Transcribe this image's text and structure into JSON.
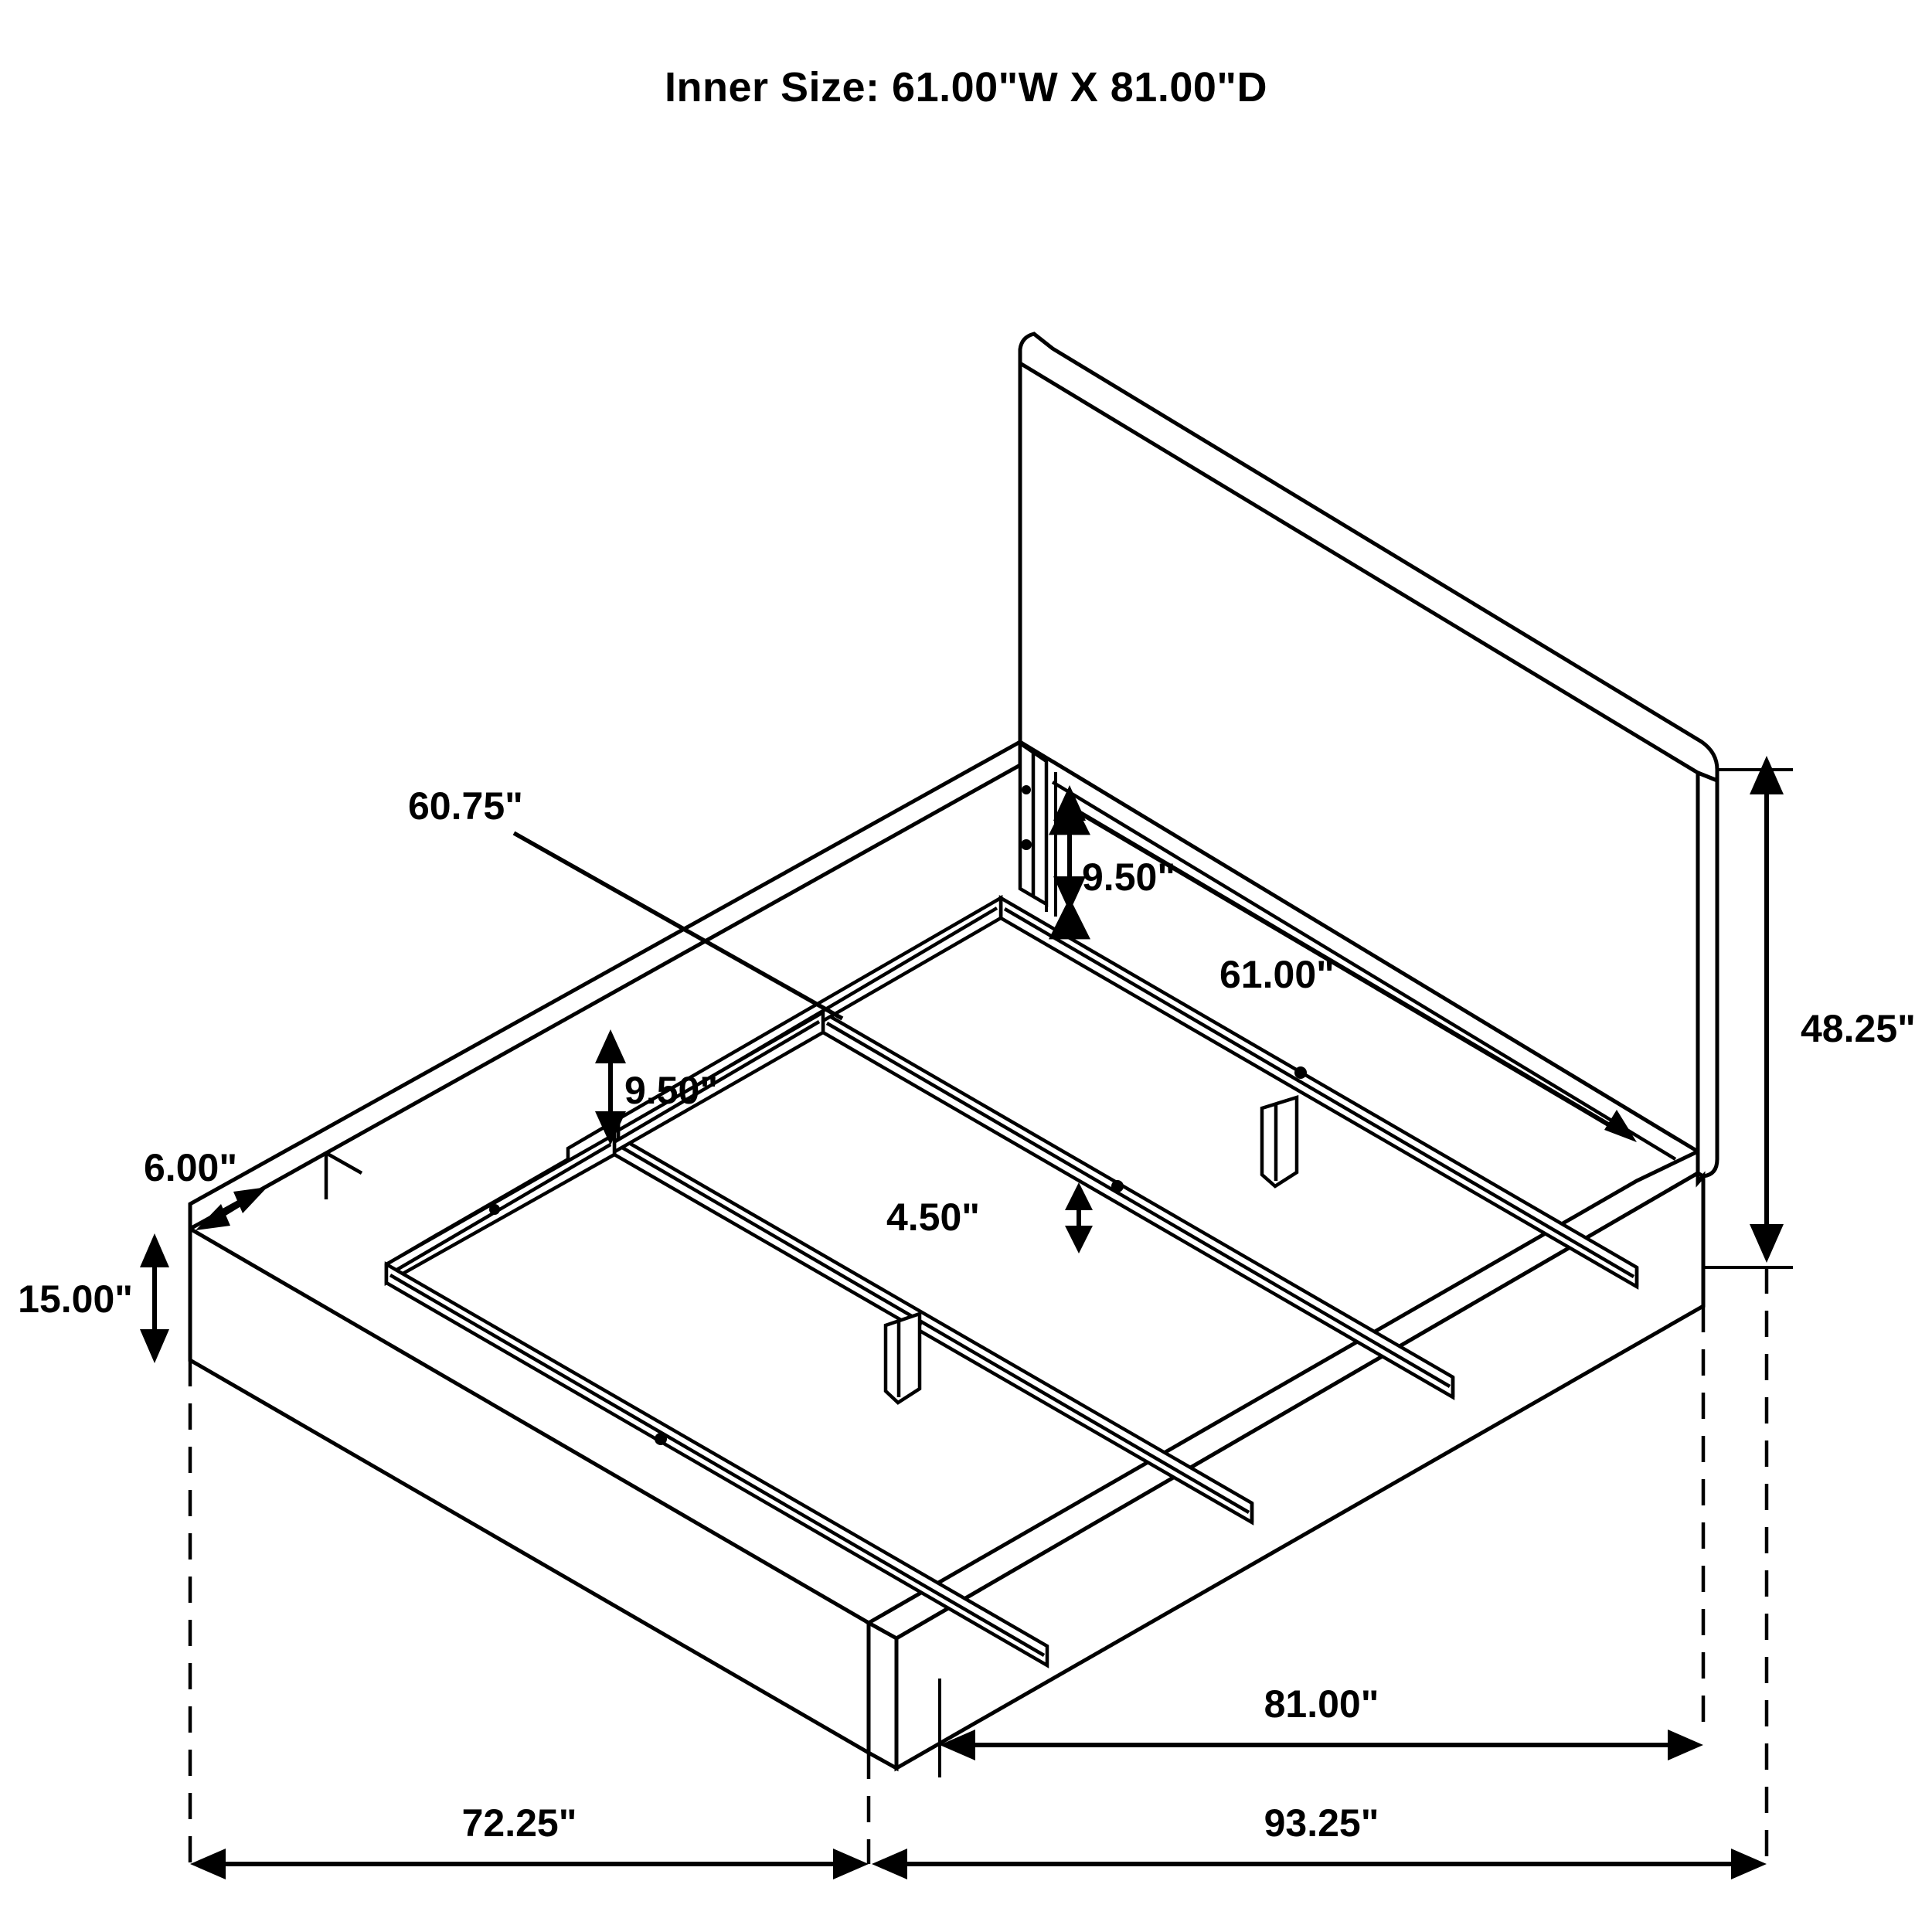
{
  "title": "Inner Size: 61.00\"W X 81.00\"D",
  "product": {
    "type": "platform-bed-frame",
    "view": "isometric-dimension-drawing"
  },
  "dimensions": {
    "inner_width": "61.00\"",
    "inner_depth": "81.00\"",
    "slat_span": "60.75\"",
    "headboard_rail_drop": "9.50\"",
    "center_rail_drop": "9.50\"",
    "mattress_width": "61.00\"",
    "headboard_height": "48.25\"",
    "rail_top_width": "6.00\"",
    "rail_height": "15.00\"",
    "leg_height": "4.50\"",
    "overall_depth": "81.00\"",
    "side_overall": "72.25\"",
    "front_overall": "93.25\""
  },
  "labels": {
    "slat_span": "60.75\"",
    "drop_headboard": "9.50\"",
    "drop_center": "9.50\"",
    "mattress_width": "61.00\"",
    "headboard_height": "48.25\"",
    "rail_top": "6.00\"",
    "rail_height": "15.00\"",
    "leg_height": "4.50\"",
    "depth_81": "81.00\"",
    "depth_7225": "72.25\"",
    "depth_9325": "93.25\""
  },
  "colors": {
    "line": "#000000",
    "background": "#ffffff",
    "fill": "#ffffff"
  }
}
